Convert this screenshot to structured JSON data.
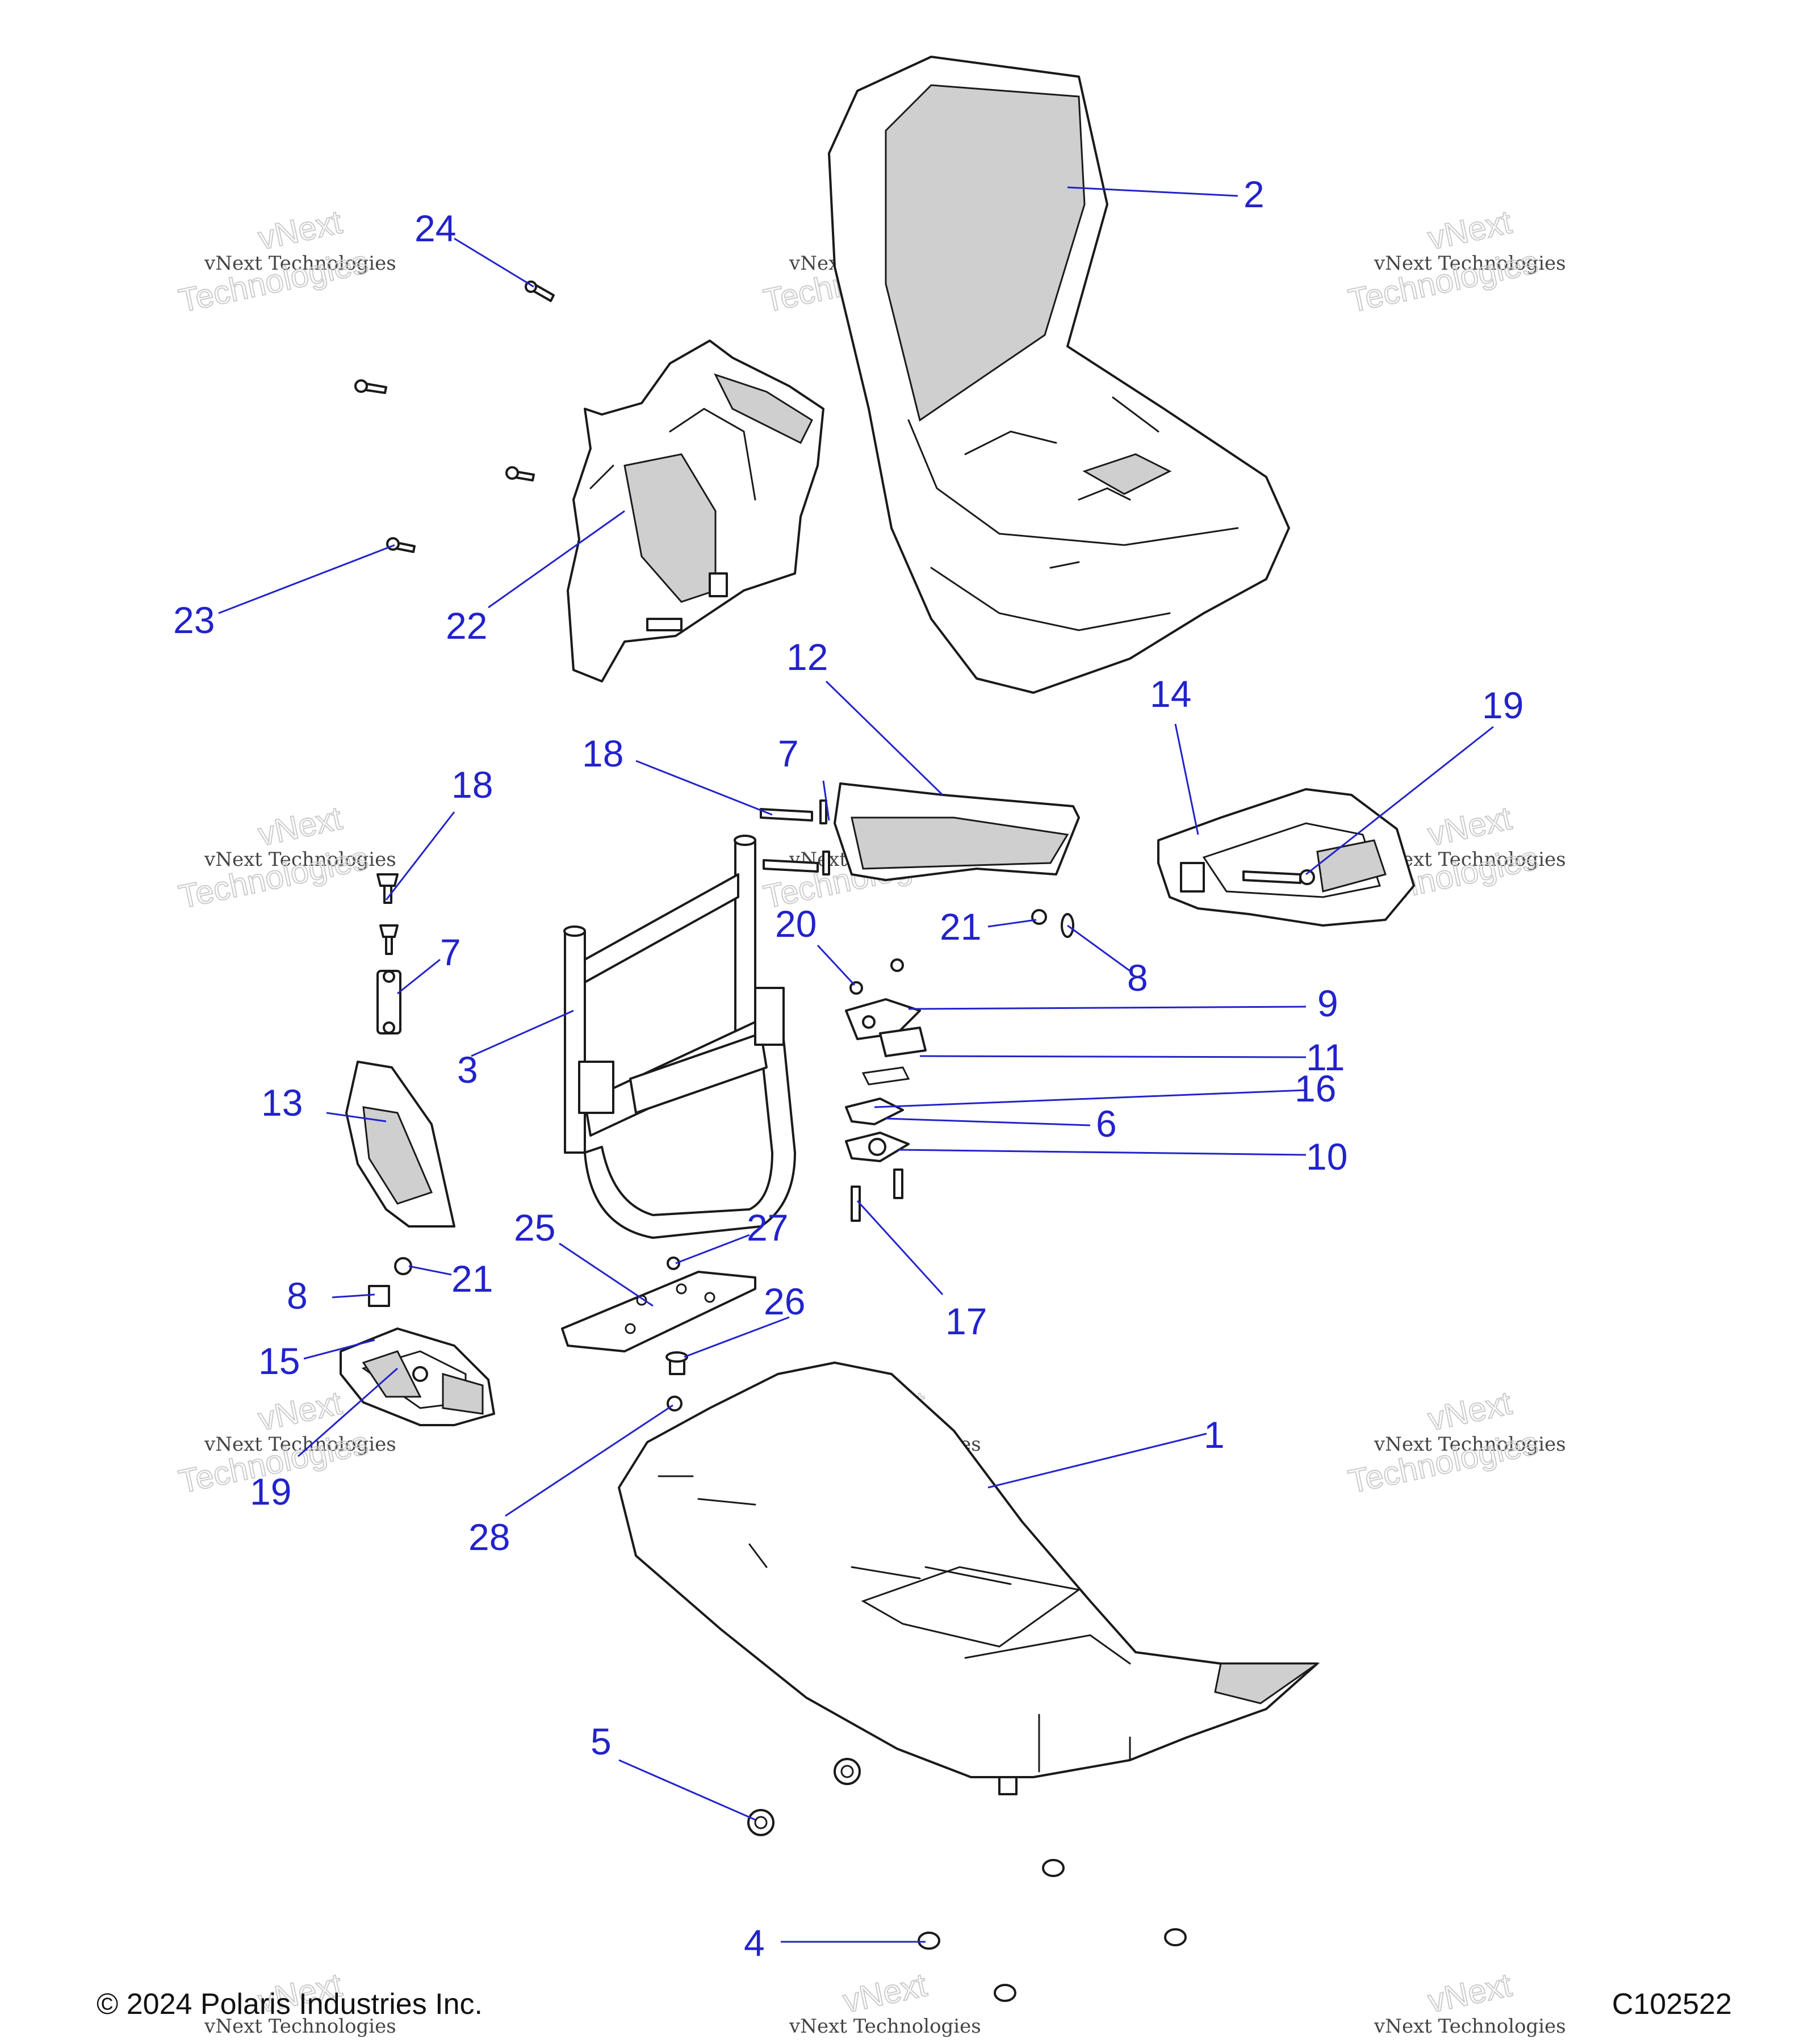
{
  "watermark": {
    "line1": "vNext",
    "line2": "vNext Technologies",
    "line3": "Technologies"
  },
  "callouts": [
    "1",
    "2",
    "3",
    "4",
    "5",
    "6",
    "7",
    "7",
    "8",
    "8",
    "9",
    "10",
    "11",
    "12",
    "13",
    "14",
    "15",
    "16",
    "17",
    "18",
    "18",
    "19",
    "19",
    "20",
    "21",
    "21",
    "22",
    "23",
    "24",
    "25",
    "26",
    "27",
    "28"
  ],
  "footer": {
    "copyright": "© 2024 Polaris Industries Inc.",
    "code": "C102522"
  }
}
